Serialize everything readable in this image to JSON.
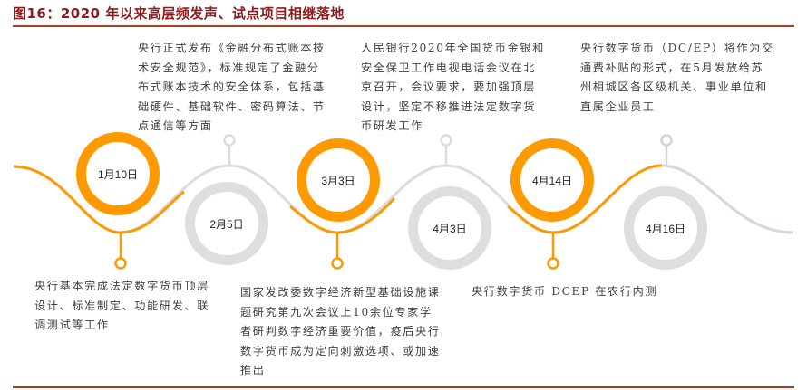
{
  "figure": {
    "title": "图16：2020 年以来高层频发声、试点项目相继落地"
  },
  "colors": {
    "accent": "#ff9900",
    "inactive": "#dcdcdc",
    "wave_grey": "#d5d9df",
    "title": "#8b1a1a",
    "rule": "#a8401e",
    "text": "#404040"
  },
  "timeline": {
    "events": [
      {
        "date": "1月10日",
        "highlight": true,
        "position": "top",
        "description": "央行基本完成法定数字货币顶层设计、标准制定、功能研发、联调测试等工作",
        "lines": [
          "央行基本完成法定数字货币顶层",
          "设计、标准制定、功能研发、联",
          "调测试等工作"
        ]
      },
      {
        "date": "2月5日",
        "highlight": false,
        "position": "bottom",
        "description": "央行正式发布《金融分布式账本技术安全规范》，标准规定了金融分布式账本技术的安全体系，包括基础硬件、基础软件、密码算法、节点通信等方面",
        "lines": [
          "央行正式发布《金融分布式账本技",
          "术安全规范》，标准规定了金融分",
          "布式账本技术的安全体系，包括基",
          "础硬件、基础软件、密码算法、节",
          "点通信等方面"
        ]
      },
      {
        "date": "3月3日",
        "highlight": true,
        "position": "top",
        "description": "国家发改委数字经济新型基础设施课题研究第九次会议上10余位专家学者研判数字经济重要价值，疫后央行数字货币成为定向刺激选项、或加速推出",
        "lines": [
          "国家发改委数字经济新型基础设施课",
          "题研究第九次会议上10余位专家学",
          "者研判数字经济重要价值，疫后央行",
          "数字货币成为定向刺激选项、或加速",
          "推出"
        ]
      },
      {
        "date": "4月3日",
        "highlight": false,
        "position": "bottom",
        "description": "人民银行2020年全国货币金银和安全保卫工作电视电话会议在北京召开，会议要求，要加强顶层设计，坚定不移推进法定数字货币研发工作",
        "lines": [
          "人民银行2020年全国货币金银和",
          "安全保卫工作电视电话会议在北",
          "京召开，会议要求，要加强顶层",
          "设计，坚定不移推进法定数字货",
          "币研发工作"
        ]
      },
      {
        "date": "4月14日",
        "highlight": true,
        "position": "top",
        "description": "央行数字货币 DCEP 在农行内测",
        "lines": [
          "央行数字货币 DCEP 在农行内测"
        ]
      },
      {
        "date": "4月16日",
        "highlight": false,
        "position": "bottom",
        "description": "央行数字货币（DC/EP）将作为交通费补贴的形式，在5月发放给苏州相城区各区级机关、事业单位和直属企业员工",
        "lines": [
          "央行数字货币（DC/EP）将作为交",
          "通费补贴的形式，在5月发放给苏",
          "州相城区各区级机关、事业单位和",
          "直属企业员工"
        ]
      }
    ]
  }
}
